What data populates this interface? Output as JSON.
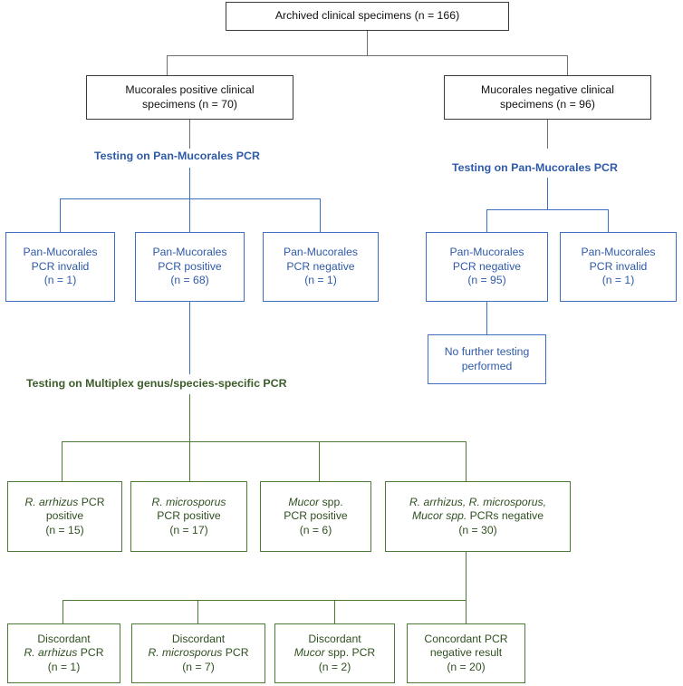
{
  "diagram": {
    "title": "Archived clinical specimens flow diagram",
    "colors": {
      "black_border": "#3a3a3a",
      "blue_border": "#3f6fc0",
      "blue_text": "#2e5aa8",
      "green_border": "#4b7b35",
      "green_text": "#2f4f20",
      "connector_gray": "#6e6e6e",
      "background": "#ffffff"
    },
    "root": {
      "label": "Archived clinical specimens (n = 166)",
      "count": 166
    },
    "level2": [
      {
        "line1": "Mucorales positive clinical",
        "line2": "specimens (n = 70)",
        "count": 70
      },
      {
        "line1": "Mucorales negative clinical",
        "line2": "specimens (n = 96)",
        "count": 96
      }
    ],
    "captions": {
      "pan_mucorales_left": "Testing on Pan-Mucorales PCR",
      "pan_mucorales_right": "Testing on Pan-Mucorales PCR",
      "multiplex": "Testing on Multiplex genus/species-specific PCR"
    },
    "pan_left_results": [
      {
        "line1": "Pan-Mucorales",
        "line2": "PCR invalid",
        "line3": "(n = 1)",
        "count": 1
      },
      {
        "line1": "Pan-Mucorales",
        "line2": "PCR positive",
        "line3": "(n = 68)",
        "count": 68
      },
      {
        "line1": "Pan-Mucorales",
        "line2": "PCR negative",
        "line3": "(n = 1)",
        "count": 1
      }
    ],
    "pan_right_results": [
      {
        "line1": "Pan-Mucorales",
        "line2": "PCR negative",
        "line3": "(n = 95)",
        "count": 95
      },
      {
        "line1": "Pan-Mucorales",
        "line2": "PCR invalid",
        "line3": "(n = 1)",
        "count": 1
      }
    ],
    "no_further_testing": {
      "line1": "No further testing",
      "line2": "performed"
    },
    "multiplex_results": [
      {
        "italic1": "R. arrhizus",
        "rest1": " PCR",
        "line2": "positive",
        "line3": "(n = 15)",
        "count": 15
      },
      {
        "italic1": "R. microsporus",
        "rest1": "",
        "line2": "PCR positive",
        "line3": "(n = 17)",
        "count": 17
      },
      {
        "italic1": "Mucor",
        "rest1": " spp.",
        "line2": "PCR positive",
        "line3": "(n = 6)",
        "count": 6
      },
      {
        "italic1": "R. arrhizus, R. microsporus,",
        "rest1": "",
        "italic2": "Mucor spp.",
        "rest2": " PCRs negative",
        "line3": "(n = 30)",
        "count": 30
      }
    ],
    "final_results": [
      {
        "line1": "Discordant",
        "italic2": "R. arrhizus",
        "rest2": " PCR",
        "line3": "(n = 1)",
        "count": 1
      },
      {
        "line1": "Discordant",
        "italic2": "R. microsporus",
        "rest2": " PCR",
        "line3": "(n = 7)",
        "count": 7
      },
      {
        "line1": "Discordant",
        "italic2": "Mucor",
        "rest2": " spp. PCR",
        "line3": "(n = 2)",
        "count": 2
      },
      {
        "line1": "Concordant PCR",
        "italic2": "",
        "rest2": "negative result",
        "line3": "(n = 20)",
        "count": 20
      }
    ]
  }
}
